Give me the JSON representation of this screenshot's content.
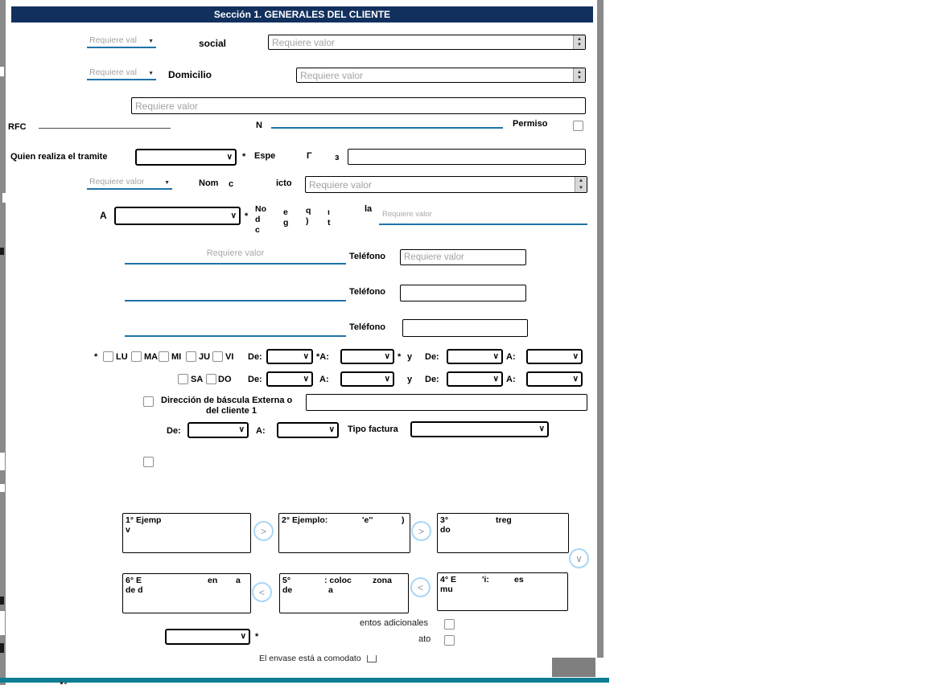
{
  "header": {
    "title": "Sección 1. GENERALES DEL CLIENTE"
  },
  "common": {
    "requiere_valor": "Requiere valor",
    "requiere_val": "Requiere val",
    "de": "De:",
    "a": "A:",
    "a_star": "*A:",
    "y": "y",
    "star": "*",
    "telefono": "Teléfono"
  },
  "icons": {
    "chevron_down": "∨",
    "dropdown": "▼",
    "up": "▲",
    "down": "▼",
    "next": ">",
    "prev": "<"
  },
  "row_social": {
    "label": "social"
  },
  "row_domicilio": {
    "label": "Domicilio"
  },
  "row_rfc": {
    "rfc": "RFC",
    "n": "N",
    "permiso": "Permiso"
  },
  "row_tramite": {
    "label": "Quien realiza el tramite",
    "frag1": "Espe",
    "frag2": "Γ",
    "frag3": "з"
  },
  "row_contacto": {
    "frag1": "Nom",
    "frag2": "c",
    "frag3": "icto"
  },
  "row_quien": {
    "left_frag": "A",
    "col1": [
      "No",
      "d",
      "c"
    ],
    "col2": [
      "e",
      "g"
    ],
    "col3": [
      "q",
      ")"
    ],
    "col4": [
      "ı",
      "t"
    ],
    "la": "la"
  },
  "days_row1": {
    "days": [
      "LU",
      "MA",
      "MI",
      "JU",
      "VI"
    ]
  },
  "days_row2": {
    "days": [
      "SA",
      "DO"
    ]
  },
  "bascula": {
    "line1": "Dirección de báscula Externa o",
    "line2": "del cliente 1"
  },
  "factura": {
    "label": "Tipo factura"
  },
  "carousel": {
    "box1": {
      "line1": "1° Ejemp",
      "line2": "v"
    },
    "box2": {
      "line1": "2° Ejemplo:",
      "frag1": "'e''",
      "frag2": ")"
    },
    "box3": {
      "frag1": "3°",
      "frag2": "treg",
      "line2": "do"
    },
    "box6": {
      "frag1": "6° E",
      "frag2": "en",
      "frag3": "a",
      "line2": "de d"
    },
    "box5": {
      "frag1": "5°",
      "frag2": ": coloc",
      "frag3": "zona",
      "line2a": "de",
      "line2b": "a"
    },
    "box4": {
      "frag1": "4° E",
      "frag2": "'i:",
      "frag3": "es",
      "line2": "mu"
    }
  },
  "bottom": {
    "adicionales_frag": "entos adicionales",
    "ato_frag": "ato",
    "comodato": "El envase está a comodato"
  }
}
